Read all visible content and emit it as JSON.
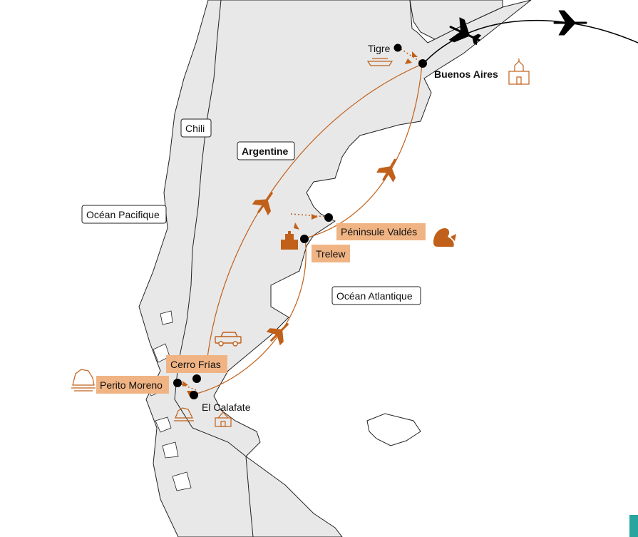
{
  "labels": {
    "chili": "Chili",
    "argentine": "Argentine",
    "ocean_pacifique": "Océan Pacifique",
    "ocean_atlantique": "Océan Atlantique"
  },
  "places": {
    "tigre": "Tigre",
    "buenos_aires": "Buenos Aires",
    "peninsule_valdes": "Péninsule Valdés",
    "trelew": "Trelew",
    "cerro_frias": "Cerro Frías",
    "perito_moreno": "Perito Moreno",
    "el_calafate": "El Calafate"
  },
  "colors": {
    "land": "#e8e8e8",
    "border": "#222222",
    "route": "#c0601a",
    "highlight": "#f0b484",
    "flight": "#000000",
    "brand": "#29a5a0"
  },
  "icons": [
    "plane-icon",
    "jeep-icon",
    "seal-icon",
    "church-icon",
    "glacier-icon",
    "boat-icon",
    "observatory-icon"
  ]
}
